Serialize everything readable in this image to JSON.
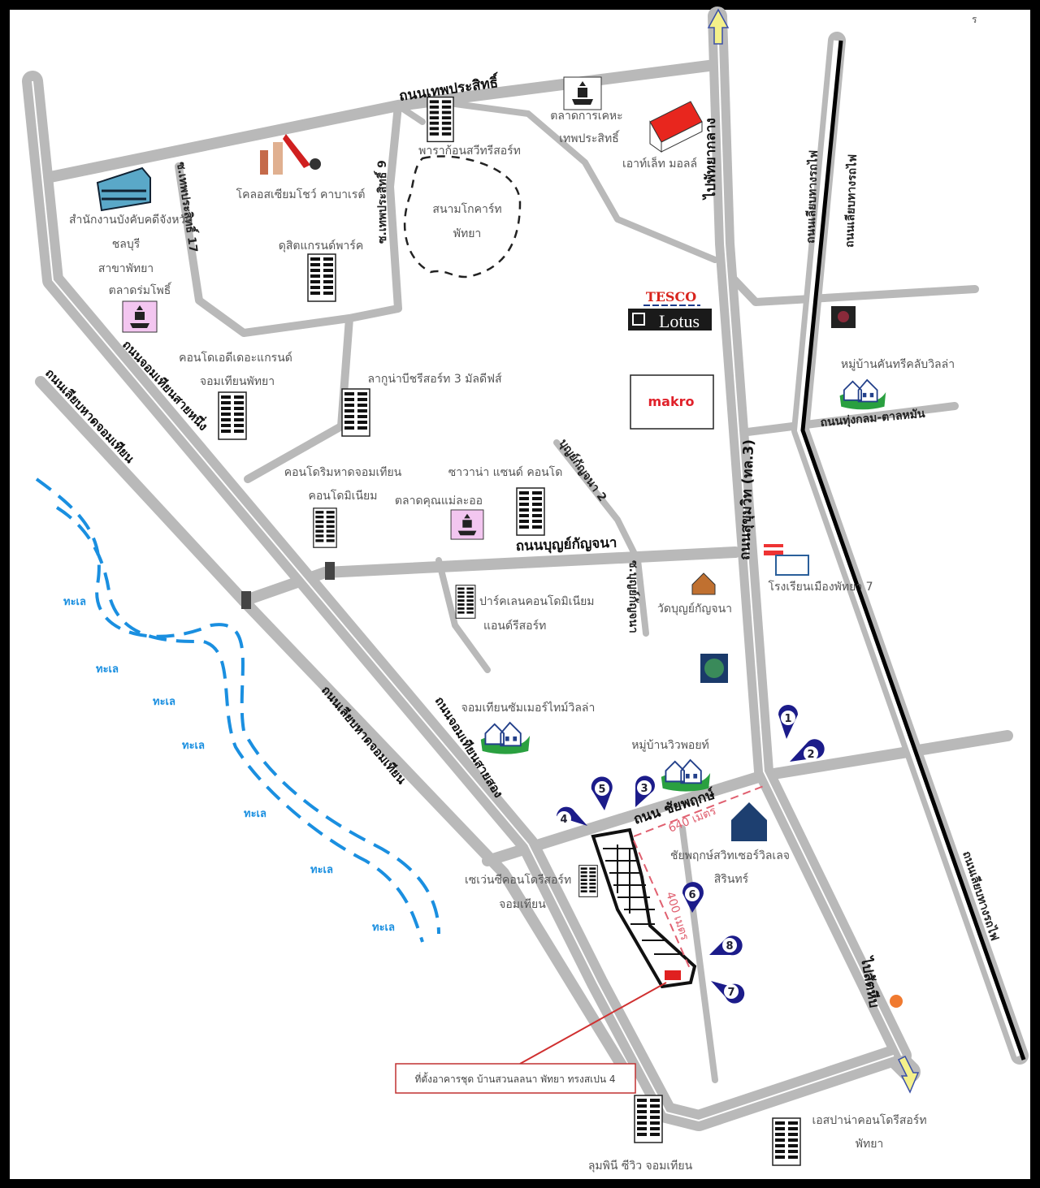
{
  "corner_mark": "ร",
  "roads": {
    "thepprasit": "ถนนเทพประสิทธิ์",
    "to_pattaya_klang": "ไปพัทยากลาง",
    "soi_thepprasit_17": "ซ.เทพประสิทธิ์ 17",
    "soi_thepprasit_9": "ซ.เทพประสิทธิ์ 9",
    "railway_road_1": "ถนนเลียบทางรถไฟ",
    "railway_road_2": "ถนนเลียบทางรถไฟ",
    "thungklom_tanman": "ถนนทุ่งกลม-ตาลหมัน",
    "sukhumvit": "ถนนสุขุมวิท (ทล.3)",
    "jomtien_sai_1": "ถนนจอมเทียนสายหนึ่ง",
    "jomtien_beach_1": "ถนนเลียบหาดจอมเทียน",
    "jomtien_beach_2": "ถนนเลียบหาดจอมเทียน",
    "jomtien_sai_2": "ถนนจอมเทียนสายสอง",
    "bunkanjana": "ถนนบุญย์กัญจนา",
    "bunkanjana_2": "บุญย์กัญจนา 2",
    "soi_bunkanjana": "ซ.บุญย์กัญจนา",
    "chaiyapruek": "ถนน ชัยพฤกษ์",
    "to_sattahip": "ไปสัตหีบ",
    "railway_road_3": "ถนนเลียบทางรถไฟ"
  },
  "places": {
    "thepprasit_market_1": "ตลาดการเคหะ",
    "thepprasit_market_2": "เทพประสิทธิ์",
    "outlet_mall": "เอาท์เล็ท มอลล์",
    "paragon": "พาราก้อนสวีทรีสอร์ท",
    "colosseum": "โคลอสเซียมโชว์ คาบาเรต์",
    "gokart_1": "สนามโกคาร์ท",
    "gokart_2": "พัทยา",
    "court_office_1": "สำนักงานบังคับคดีจังหวัด",
    "court_office_2": "ชลบุรี",
    "court_office_3": "สาขาพัทยา",
    "rom_pho_market": "ตลาดร่มโพธิ์",
    "dusit_grand_park": "ดุสิตแกรนด์พาร์ค",
    "tesco": "TESCO",
    "lotus": "Lotus",
    "makro": "makro",
    "country_club_villa": "หมู่บ้านคันทรีคลับวิลล่า",
    "adi_grand_1": "คอนโดเอดีเดอะแกรนด์",
    "adi_grand_2": "จอมเทียนพัทยา",
    "laguna": "ลากูน่าบีชรีสอร์ท 3 มัลดีฟส์",
    "rimhad_1": "คอนโดริมหาดจอมเทียน",
    "rimhad_2": "คอนโดมิเนียม",
    "mae_laor_market": "ตลาดคุณแม่ละออ",
    "savanna": "ซาวาน่า แซนด์ คอนโด",
    "wat_bunkanjana": "วัดบุญย์กัญจนา",
    "school_7": "โรงเรียนเมืองพัทยา 7",
    "park_lane_1": "ปาร์คเลนคอนโดมิเนียม",
    "park_lane_2": "แอนด์รีสอร์ท",
    "summertime_villa": "จอมเทียนซัมเมอร์ไทม์วิลล่า",
    "viewpoint": "หมู่บ้านวิวพอยท์",
    "swiss_village_1": "ชัยพฤกษ์สวิทเซอร์วิลเลจ",
    "swiss_village_2": "สิรินทร์",
    "seven_sea_1": "เซเว่นซีคอนโดรีสอร์ท",
    "seven_sea_2": "จอมเทียน",
    "lumpini": "ลุมพินี ซีวิว จอมเทียน",
    "espana_1": "เอสปาน่าคอนโดรีสอร์ท",
    "espana_2": "พัทยา"
  },
  "sea_labels": [
    "ทะเล",
    "ทะเล",
    "ทะเล",
    "ทะเล",
    "ทะเล",
    "ทะเล",
    "ทะเล"
  ],
  "distances": {
    "horizontal": "640 เมตร",
    "vertical": "400 เมตร"
  },
  "site_callout": "ที่ตั้งอาคารชุด บ้านสวนลลนา พัทยา ทรงสเปน 4",
  "markers": [
    "1",
    "2",
    "3",
    "4",
    "5",
    "6",
    "7",
    "8"
  ],
  "colors": {
    "road": "#b9b9b9",
    "sea": "#1a8fe0",
    "marker": "#1c1c8a",
    "site": "#e02020",
    "callout": "#c03030"
  }
}
